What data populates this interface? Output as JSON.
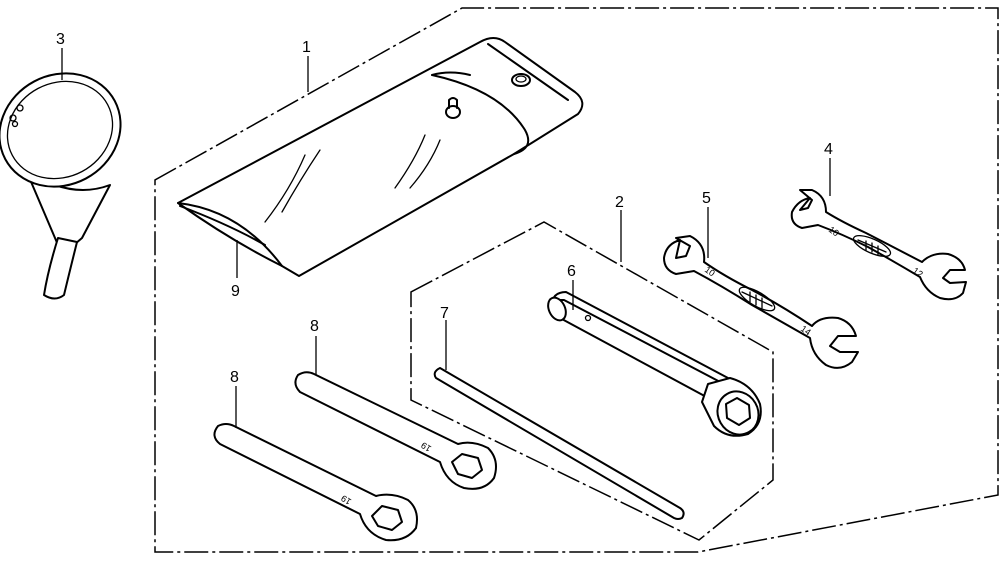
{
  "callouts": [
    {
      "id": "1",
      "label": "1",
      "part": "tool-bag"
    },
    {
      "id": "2",
      "label": "2",
      "part": "tool-set-group"
    },
    {
      "id": "3",
      "label": "3",
      "part": "funnel"
    },
    {
      "id": "4",
      "label": "4",
      "part": "open-end-wrench-10x12"
    },
    {
      "id": "5",
      "label": "5",
      "part": "open-end-wrench-10x14"
    },
    {
      "id": "6",
      "label": "6",
      "part": "plug-wrench"
    },
    {
      "id": "7",
      "label": "7",
      "part": "handle-bar"
    },
    {
      "id": "8a",
      "label": "8",
      "part": "ring-wrench-upper"
    },
    {
      "id": "8b",
      "label": "8",
      "part": "ring-wrench-lower"
    },
    {
      "id": "9",
      "label": "9",
      "part": "tool-bag-flap"
    }
  ],
  "stamps": {
    "wrench4_left": "10",
    "wrench4_right": "12",
    "wrench5_left": "10",
    "wrench5_right": "14",
    "ring_upper": "19",
    "ring_lower": "19"
  },
  "colors": {
    "line": "#000000",
    "background": "#ffffff"
  }
}
